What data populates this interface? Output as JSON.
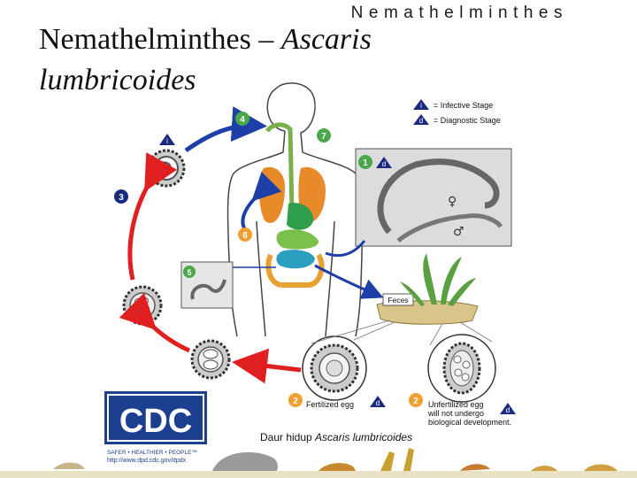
{
  "slide": {
    "header_topic": "Nemathelminthes",
    "title_main": "Nemathelminthes – ",
    "title_italic_1": "Ascaris",
    "title_italic_2": "lumbricoides",
    "caption_plain": "Daur hidup ",
    "caption_italic": "Ascaris lumbricoides"
  },
  "legend": {
    "infective_badge": "i",
    "infective_label": "= Infective Stage",
    "diagnostic_badge": "d",
    "diagnostic_label": "= Diagnostic Stage"
  },
  "steps": {
    "s1": "1",
    "s2": "2",
    "s3": "3",
    "s4": "4",
    "s5": "5",
    "s6": "6",
    "s7": "7",
    "badge_i": "i",
    "badge_d": "d"
  },
  "labels": {
    "female_symbol": "♀",
    "male_symbol": "♂",
    "feces": "Feces",
    "fertilized_egg": "Fertilized egg",
    "unfertilized_line1": "Unfertilized egg",
    "unfertilized_line2": "will not undergo",
    "unfertilized_line3": "biological development."
  },
  "cdc": {
    "logo_text": "CDC",
    "tagline": "SAFER • HEALTHIER • PEOPLE™",
    "url": "http://www.dpd.cdc.gov/dpdx"
  },
  "colors": {
    "red_arrow": "#e02020",
    "blue_arrow": "#1f3fa8",
    "badge_green": "#4aa84a",
    "badge_orange": "#f0a030",
    "badge_navy": "#1a2a80",
    "cdc_blue": "#1d3f8f"
  }
}
